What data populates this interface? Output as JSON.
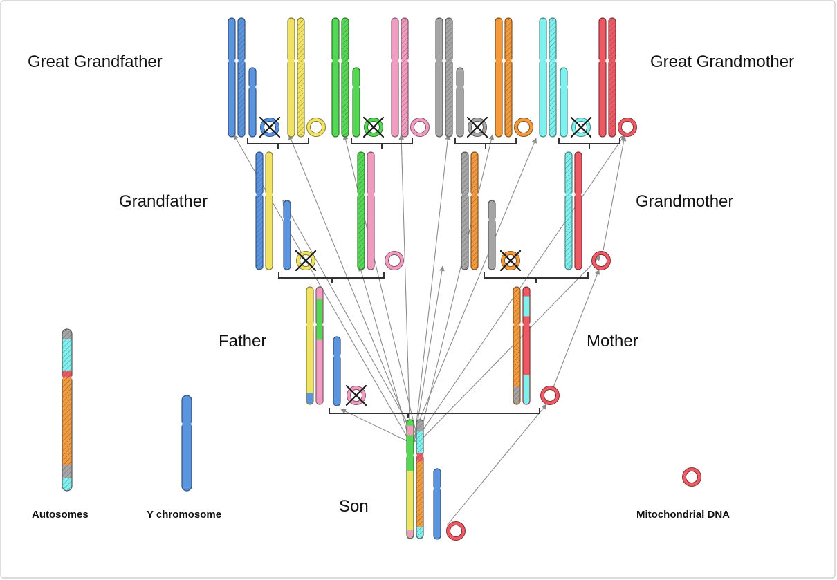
{
  "labels": {
    "great_grandfather": "Great Grandfather",
    "great_grandmother": "Great Grandmother",
    "grandfather": "Grandfather",
    "grandmother": "Grandmother",
    "father": "Father",
    "mother": "Mother",
    "son": "Son"
  },
  "legend": {
    "autosomes": "Autosomes",
    "y_chromosome": "Y chromosome",
    "mitochondrial_dna": "Mitochondrial DNA"
  },
  "colors": {
    "blue": "#5b95e0",
    "yellow": "#f0e264",
    "green": "#55d655",
    "pink": "#f09bc0",
    "gray": "#a5a5a5",
    "orange": "#f29a3c",
    "cyan": "#7ef0ee",
    "red": "#ee5a64",
    "arrow": "#8c8c8c"
  }
}
